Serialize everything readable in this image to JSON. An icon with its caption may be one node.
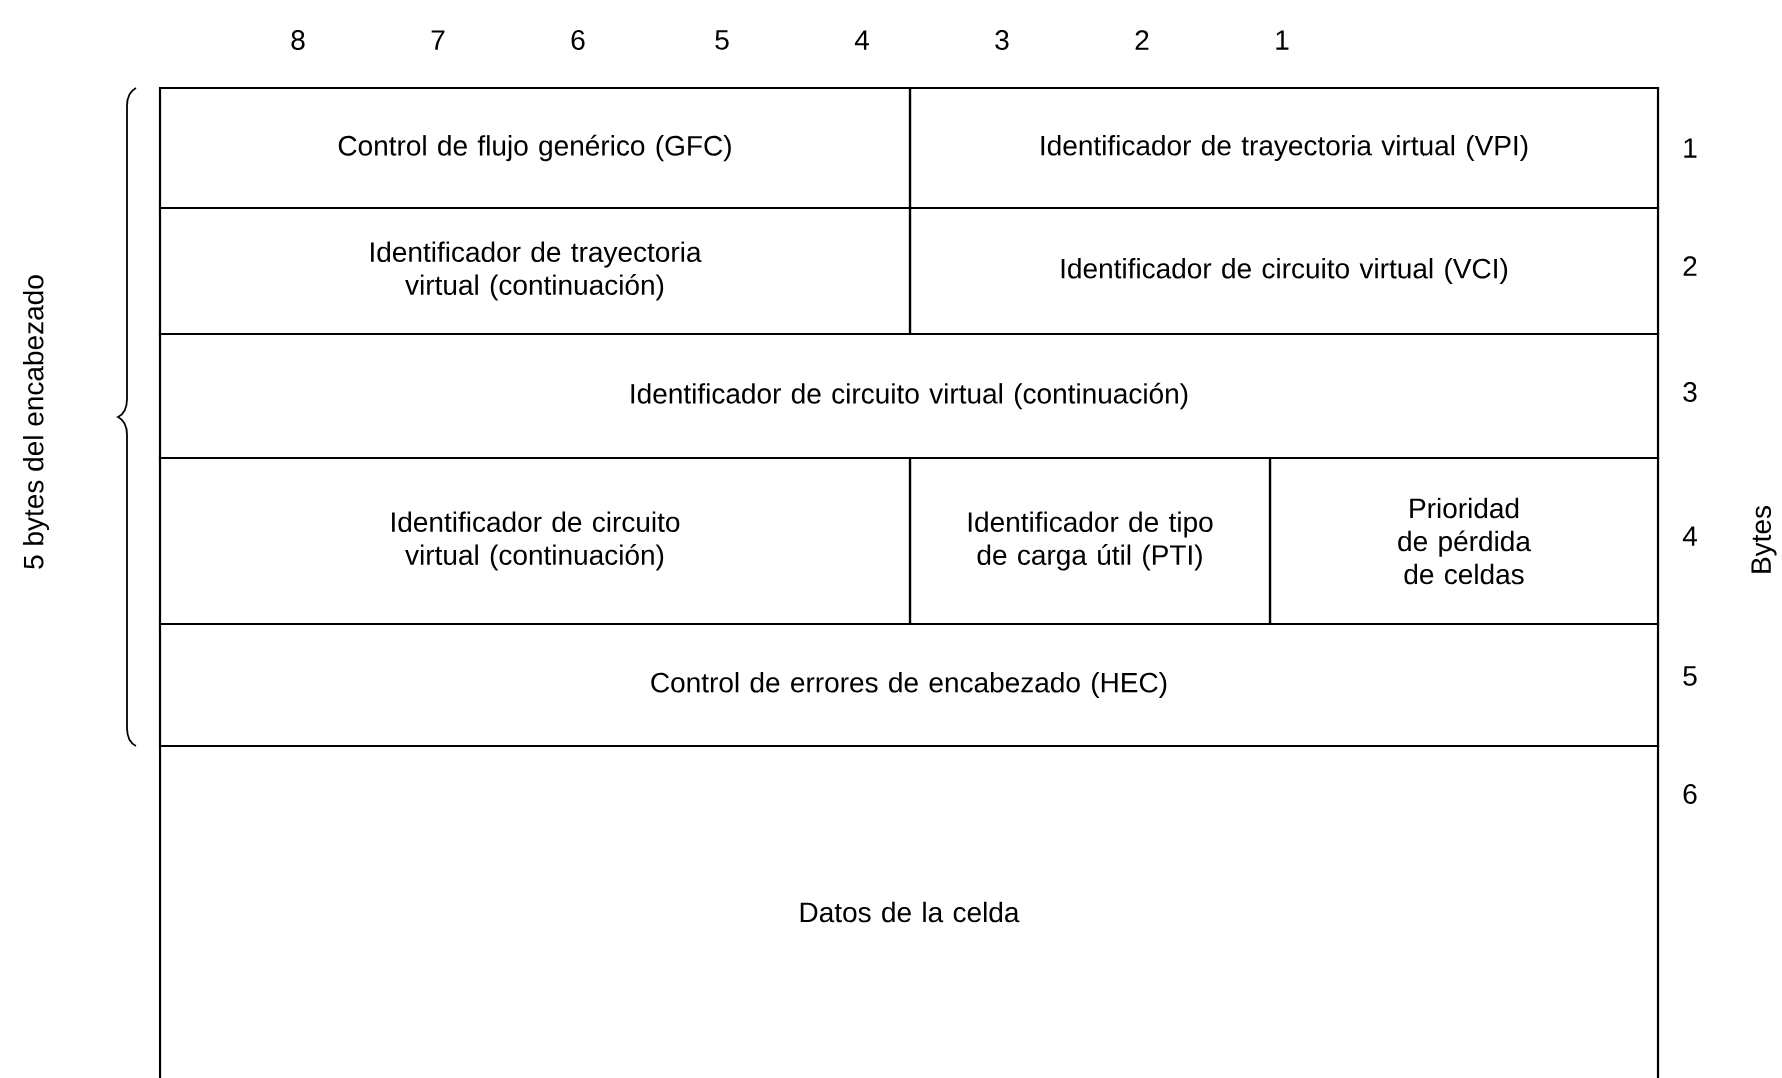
{
  "diagram": {
    "nodes": [
      {
        "text": [
          "Control de flujo genérico (GFC)"
        ]
      },
      {
        "text": [
          "Identificador de trayectoria virtual (VPI)"
        ]
      },
      {
        "text": [
          "Identificador de trayectoria virtual (continuación)"
        ]
      },
      {
        "text": [
          "Identificador de circuito virtual (VCI)"
        ]
      },
      {
        "text": [
          "Identificador de circuito virtual (continuación)"
        ]
      },
      {
        "text": [
          "Identificador de circuito virtual (continuación)"
        ]
      },
      {
        "text": [
          "Identificador de tipo de carga útil (PTI)"
        ]
      },
      {
        "text": [
          "Prioridad de pérdida de celdas"
        ]
      },
      {
        "text": [
          "Control de errores de encabezado (HEC)"
        ]
      },
      {
        "text": [
          "Datos de la celda"
        ]
      }
    ],
    "edges": [],
    "labels": [
      "8",
      "7",
      "6",
      "5",
      "4",
      "3",
      "2",
      "1",
      "1",
      "2",
      "3",
      "4",
      "5",
      "6",
      "Bytes",
      "5 bytes del encabezado"
    ]
  }
}
